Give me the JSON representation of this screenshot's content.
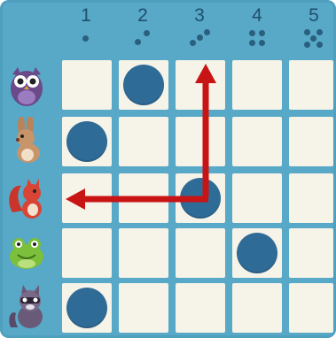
{
  "columns": [
    {
      "label": "1",
      "dots": 1
    },
    {
      "label": "2",
      "dots": 2
    },
    {
      "label": "3",
      "dots": 3
    },
    {
      "label": "4",
      "dots": 4
    },
    {
      "label": "5",
      "dots": 5
    }
  ],
  "rows": [
    {
      "animal": "owl-icon"
    },
    {
      "animal": "rabbit-icon"
    },
    {
      "animal": "squirrel-icon"
    },
    {
      "animal": "frog-icon"
    },
    {
      "animal": "raccoon-icon"
    }
  ],
  "tokens": [
    {
      "row": 1,
      "col": 2
    },
    {
      "row": 2,
      "col": 1
    },
    {
      "row": 3,
      "col": 3
    },
    {
      "row": 4,
      "col": 4
    },
    {
      "row": 5,
      "col": 1
    }
  ],
  "arrows": [
    {
      "from": {
        "row": 3,
        "col": 3
      },
      "to": "column-3-header",
      "direction": "up"
    },
    {
      "from": {
        "row": 3,
        "col": 3
      },
      "to": "row-3-animal",
      "direction": "left"
    }
  ],
  "colors": {
    "board": "#58a8c7",
    "cell": "#f6f3e9",
    "token": "#2f6b97",
    "arrow": "#c81414",
    "header_text": "#1f4f6f"
  }
}
